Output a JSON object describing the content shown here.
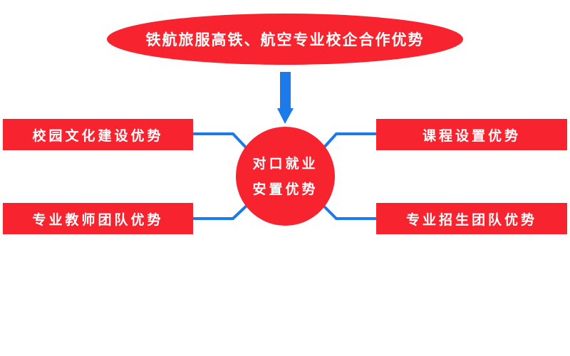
{
  "colors": {
    "shape_fill": "#f7242f",
    "connector": "#1c7aeb",
    "text": "#ffffff",
    "background": "#ffffff"
  },
  "top": {
    "title": "铁航旅服高铁、航空专业校企合作优势",
    "shape": "ellipse"
  },
  "arrow": {
    "icon": "arrow-down-icon",
    "direction": "down"
  },
  "center": {
    "shape": "circle",
    "line1": "对口就业",
    "line2": "安置优势"
  },
  "branches": {
    "left_top": {
      "label": "校园文化建设优势"
    },
    "left_bottom": {
      "label": "专业教师团队优势"
    },
    "right_top": {
      "label": "课程设置优势"
    },
    "right_bottom": {
      "label": "专业招生团队优势"
    }
  }
}
